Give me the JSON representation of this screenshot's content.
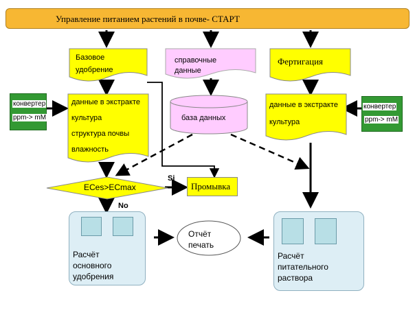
{
  "header": {
    "title": "Управление питанием растений в почве- СТАРТ"
  },
  "base_fertilizer": {
    "line1": "Базовое",
    "line2": "удобрение"
  },
  "reference": {
    "line1": "справочные",
    "line2": "данные"
  },
  "fertigation": {
    "label": "Фертигация"
  },
  "extract_left": {
    "row1": "данные в экстракте",
    "row2": "культура",
    "row3": "структура почвы",
    "row4": "влажность"
  },
  "database": {
    "label": "база данных"
  },
  "extract_right": {
    "row1": "данные в экстракте",
    "row2": "культура"
  },
  "converter_left": {
    "line1": "конвертер",
    "line2": "ppm-> mM"
  },
  "converter_right": {
    "line1": "конвертер",
    "line2": "ppm-> mM"
  },
  "decision": {
    "label": "ECes>ECmax",
    "yes": "Si",
    "no": "No"
  },
  "flush": {
    "label": "Промывка"
  },
  "report": {
    "line1": "Отчёт",
    "line2": "печать"
  },
  "calc_base": {
    "line1": "Расчёт",
    "line2": "основного",
    "line3": "удобрения"
  },
  "calc_solution": {
    "line1": "Расчёт",
    "line2": "питательного",
    "line3": "раствора"
  },
  "colors": {
    "header": "#f7b733",
    "yellow": "#ffff00",
    "pink": "#ffccff",
    "green": "#339933",
    "panel": "#ddeef5",
    "cell": "#b8dfe6"
  }
}
